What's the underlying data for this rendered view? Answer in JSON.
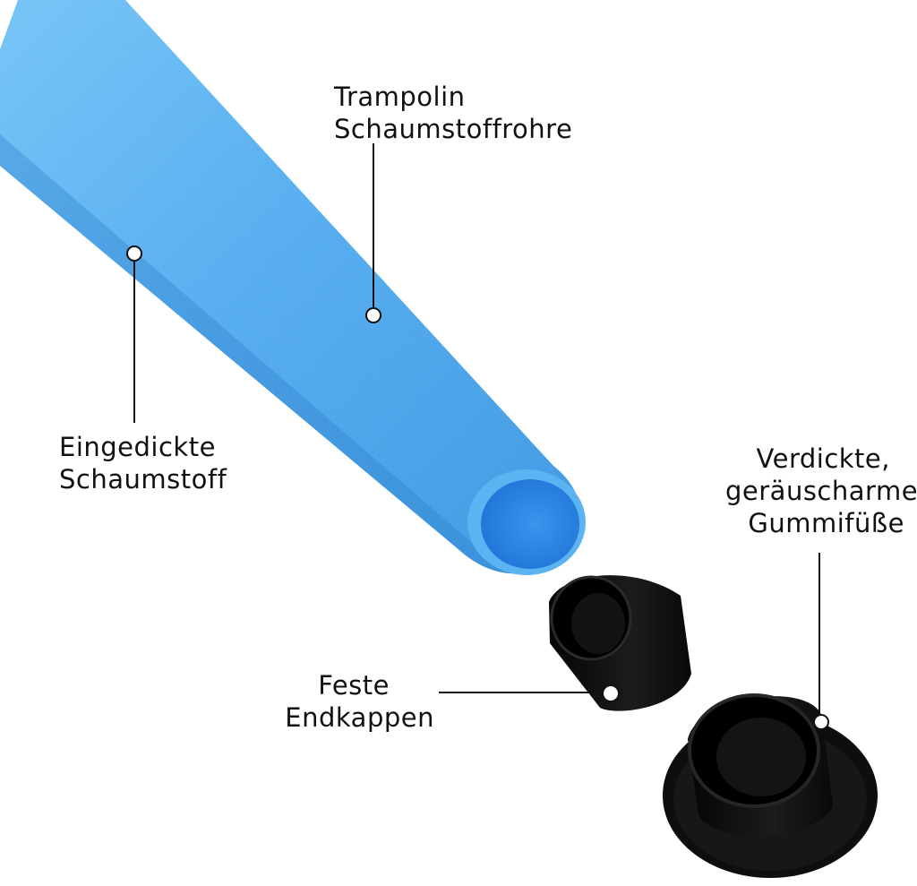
{
  "colors": {
    "foam_blue": "#4aa8ee",
    "foam_blue_dark": "#2f86d4",
    "foam_inner": "#2a84e6",
    "rubber_black": "#0d0d0d",
    "callout_line": "#111111",
    "background": "#ffffff"
  },
  "callouts": {
    "foam_tube": {
      "line1": "Trampolin",
      "line2": "Schaumstoffrohre"
    },
    "thick_foam": {
      "line1": "Eingedickte",
      "line2": "Schaumstoff"
    },
    "rubber_feet": {
      "line1": "Verdickte,",
      "line2": "geräuscharme",
      "line3": "Gummifüße"
    },
    "end_caps": {
      "line1": "Feste",
      "line2": "Endkappen"
    }
  }
}
